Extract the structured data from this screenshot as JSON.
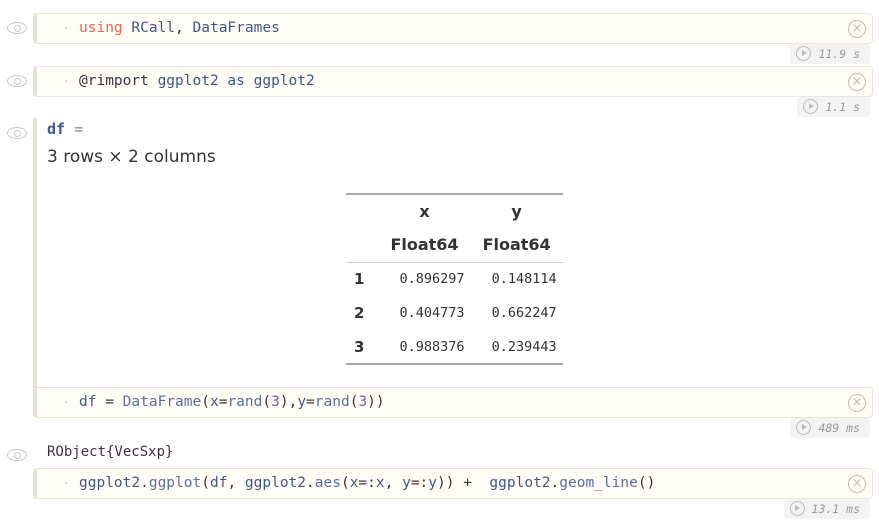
{
  "cells": [
    {
      "code": [
        [
          "k",
          "using"
        ],
        [
          "p",
          " "
        ],
        [
          "v",
          "RCall"
        ],
        [
          "p",
          ", "
        ],
        [
          "v",
          "DataFrames"
        ]
      ],
      "runtime": "11.9 s"
    },
    {
      "code": [
        [
          "m",
          "@rimport "
        ],
        [
          "v",
          "ggplot2"
        ],
        [
          "p",
          " "
        ],
        [
          "v",
          "as"
        ],
        [
          "p",
          " "
        ],
        [
          "v",
          "ggplot2"
        ]
      ],
      "runtime": "1.1 s"
    },
    {
      "code": [
        [
          "v",
          "df"
        ],
        [
          "p",
          " = "
        ],
        [
          "f",
          "DataFrame"
        ],
        [
          "p",
          "("
        ],
        [
          "v",
          "x"
        ],
        [
          "p",
          "="
        ],
        [
          "f",
          "rand"
        ],
        [
          "p",
          "("
        ],
        [
          "n",
          "3"
        ],
        [
          "p",
          "),"
        ],
        [
          "v",
          "y"
        ],
        [
          "p",
          "="
        ],
        [
          "f",
          "rand"
        ],
        [
          "p",
          "("
        ],
        [
          "n",
          "3"
        ],
        [
          "p",
          "))"
        ]
      ],
      "runtime": "489 ms"
    },
    {
      "code": [
        [
          "v",
          "ggplot2"
        ],
        [
          "p",
          "."
        ],
        [
          "f",
          "ggplot"
        ],
        [
          "p",
          "("
        ],
        [
          "v",
          "df"
        ],
        [
          "p",
          ", "
        ],
        [
          "v",
          "ggplot2"
        ],
        [
          "p",
          "."
        ],
        [
          "f",
          "aes"
        ],
        [
          "p",
          "("
        ],
        [
          "v",
          "x"
        ],
        [
          "p",
          "=:"
        ],
        [
          "v",
          "x"
        ],
        [
          "p",
          ", "
        ],
        [
          "v",
          "y"
        ],
        [
          "p",
          "=:"
        ],
        [
          "v",
          "y"
        ],
        [
          "p",
          ")) +  "
        ],
        [
          "v",
          "ggplot2"
        ],
        [
          "p",
          "."
        ],
        [
          "f",
          "geom_line"
        ],
        [
          "p",
          "()"
        ]
      ],
      "runtime": "13.1 ms"
    }
  ],
  "df_output": {
    "name": "df",
    "eq": "=",
    "summary": "3 rows × 2 columns",
    "columns": [
      "x",
      "y"
    ],
    "types": [
      "Float64",
      "Float64"
    ],
    "rows": [
      [
        "1",
        "0.896297",
        "0.148114"
      ],
      [
        "2",
        "0.404773",
        "0.662247"
      ],
      [
        "3",
        "0.988376",
        "0.239443"
      ]
    ]
  },
  "robject_output": "RObject{VecSxp}",
  "icons": {
    "hide": "eye-icon",
    "delete": "close-circle-icon",
    "run": "play-icon",
    "delete_glyph": "×"
  }
}
